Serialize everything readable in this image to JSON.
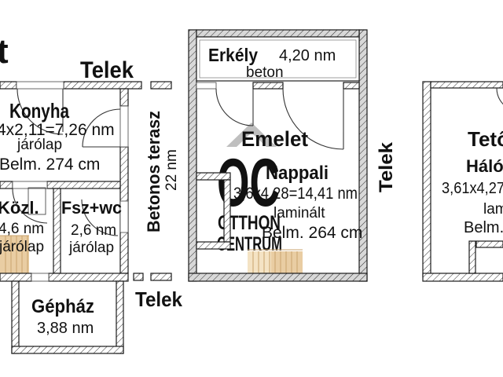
{
  "title_fragment": "t",
  "site": {
    "telek_top": "Telek",
    "telek_bottom": "Telek",
    "telek_right": "Telek",
    "terasz_name": "Betonos terasz",
    "terasz_area": "22 nm"
  },
  "ground_floor": {
    "konyha": {
      "name": "Konyha",
      "dims": "4x2,11=7,26 nm",
      "floor": "járólap",
      "ceiling": "Belm. 274 cm"
    },
    "kozl": {
      "name": "Közl.",
      "area": "4,6 nm",
      "floor": "járólap"
    },
    "fszwc": {
      "name": "Fsz+wc",
      "area": "2,6 nm",
      "floor": "járólap"
    },
    "gephaz": {
      "name": "Gépház",
      "area": "3,88 nm"
    }
  },
  "emelet": {
    "title": "Emelet",
    "erkely": {
      "name": "Erkély",
      "area": "4,20 nm",
      "material": "beton"
    },
    "nappali": {
      "name": "Nappali",
      "dims": "3,6x4,28=14,41 nm",
      "floor": "laminált",
      "ceiling": "Belm. 264 cm"
    }
  },
  "tetoter": {
    "title": "Tetőt",
    "room": "Hálós",
    "dims": "3,61x4,27",
    "floor": "lami",
    "ceiling": "Belm."
  },
  "watermark": {
    "logo": "OC",
    "line1": "OTTHON",
    "line2": "CENTRUM"
  },
  "colors": {
    "wall_line": "#1a1a1a",
    "stairs_fill": "#e9cda3",
    "stairs_line": "#c9a36c",
    "watermark_gray": "#c9c9c9",
    "emelet_text": "#2e2e2e"
  }
}
